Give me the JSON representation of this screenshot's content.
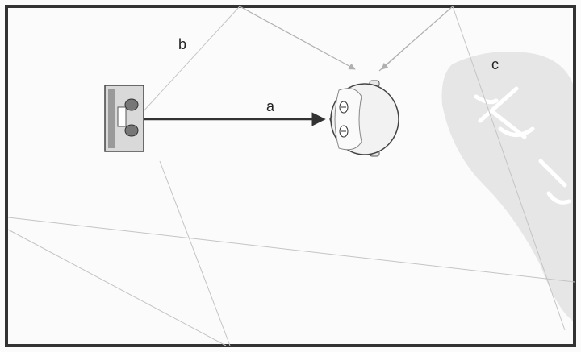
{
  "labels": {
    "a": "a",
    "b": "b",
    "c": "c"
  },
  "icons": {
    "speaker": "speaker-icon",
    "listener": "listener-head-icon",
    "watermark": "watermark-seal"
  },
  "colors": {
    "room_border": "#333333",
    "direct_arrow": "#333333",
    "reflection_line": "#b5b5b5",
    "watermark": "#e6e6e6"
  }
}
